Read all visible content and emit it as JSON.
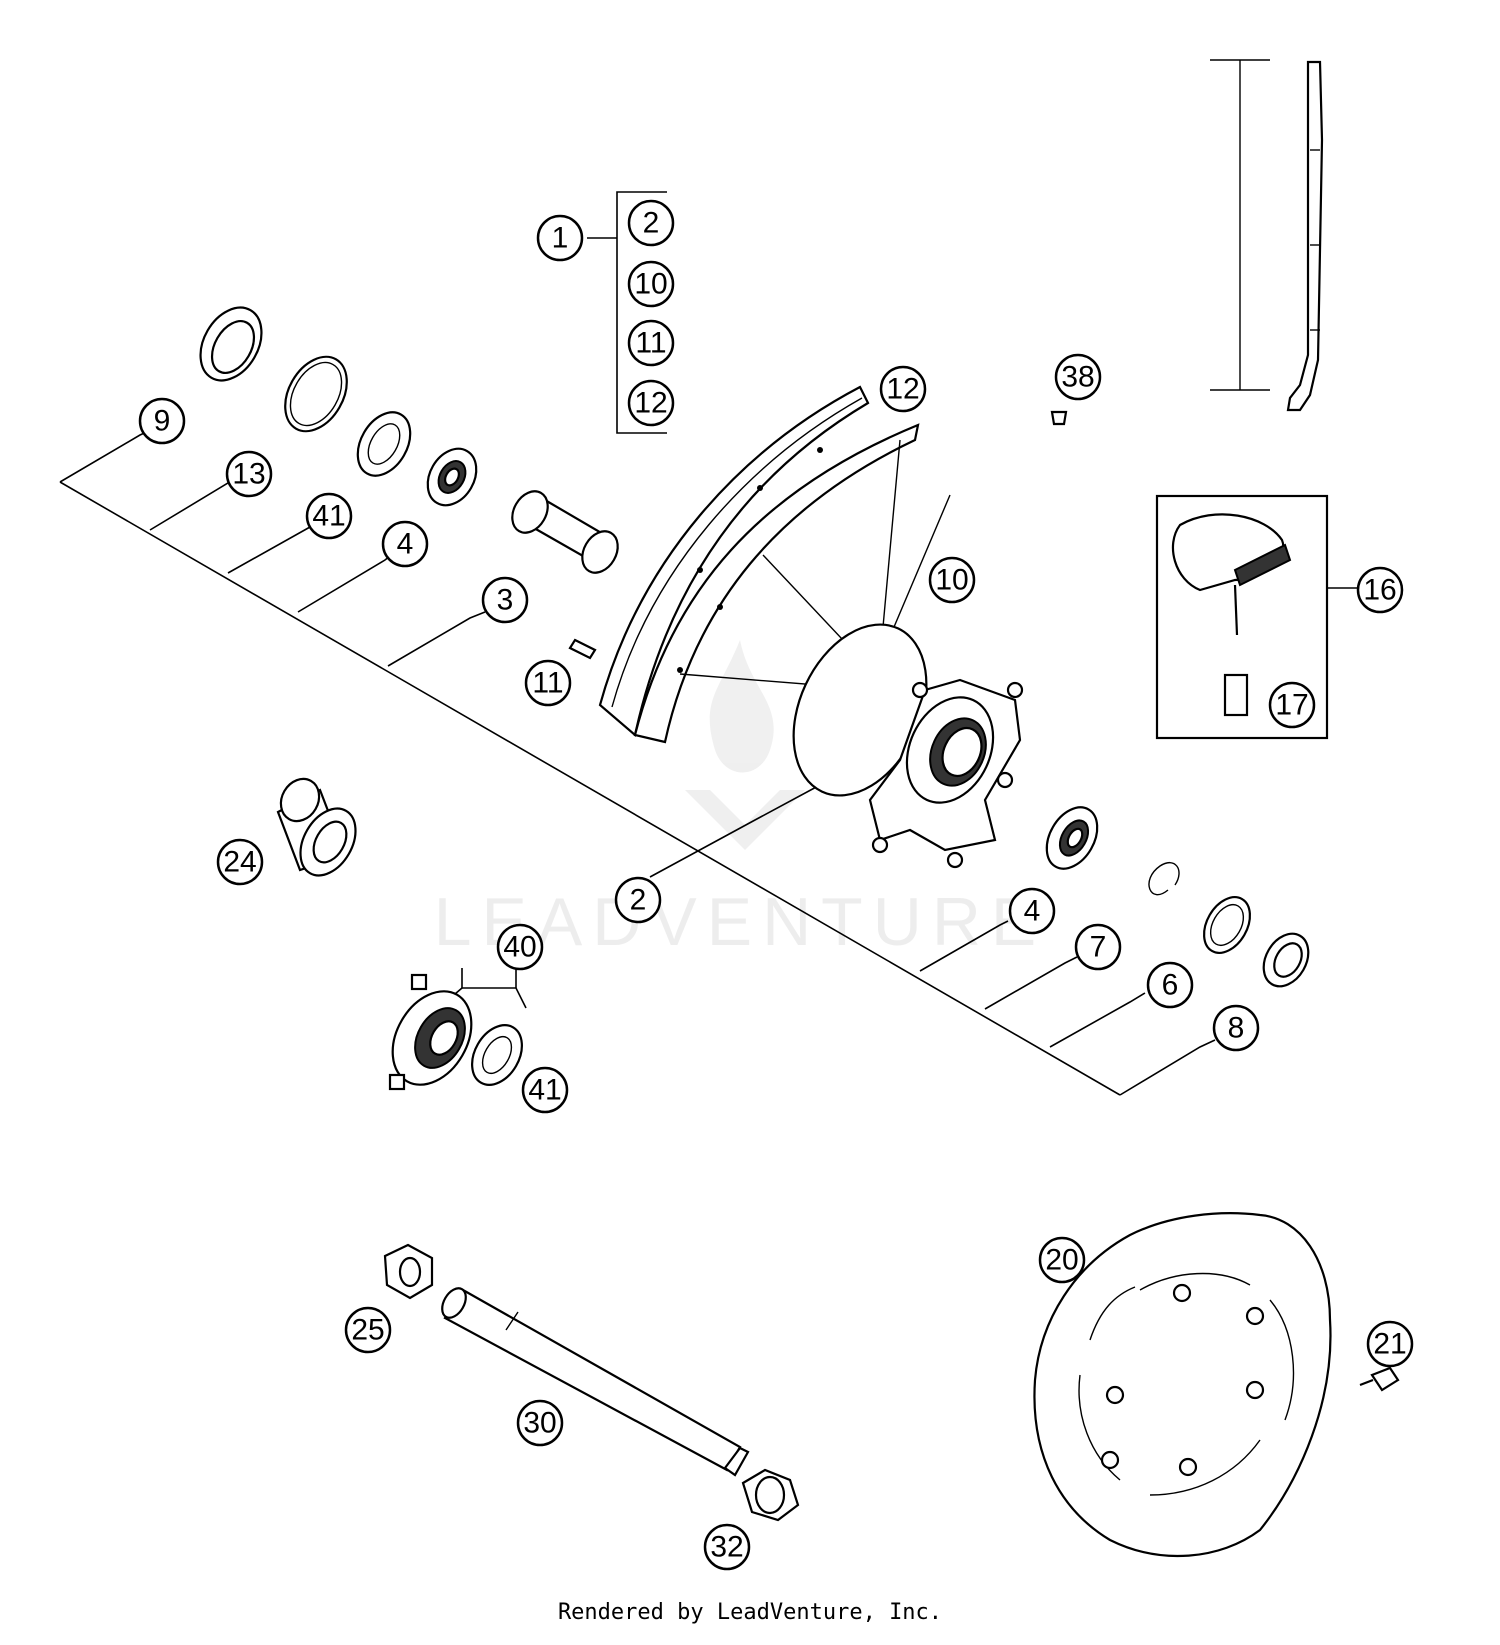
{
  "watermark": "LEADVENTURE",
  "footer": "Rendered by LeadVenture, Inc.",
  "callouts": {
    "c1": "1",
    "c1_2": "2",
    "c1_10": "10",
    "c1_11": "11",
    "c1_12": "12",
    "c9": "9",
    "c13": "13",
    "c41a": "41",
    "c4a": "4",
    "c3": "3",
    "c11": "11",
    "c12": "12",
    "c10": "10",
    "c38": "38",
    "c16": "16",
    "c17": "17",
    "c24": "24",
    "c2": "2",
    "c4b": "4",
    "c7": "7",
    "c6": "6",
    "c8": "8",
    "c40": "40",
    "c41b": "41",
    "c25": "25",
    "c30": "30",
    "c32": "32",
    "c20": "20",
    "c21": "21"
  }
}
